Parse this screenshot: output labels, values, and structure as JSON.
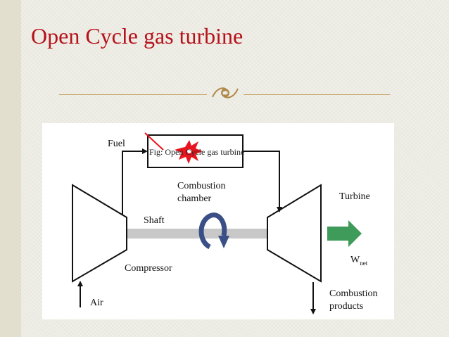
{
  "slide": {
    "title": "Open Cycle gas turbine"
  },
  "figure": {
    "caption": "Fig: Open Cycle gas turbine",
    "labels": {
      "fuel": "Fuel",
      "combustion_chamber_line1": "Combustion",
      "combustion_chamber_line2": "chamber",
      "shaft": "Shaft",
      "turbine": "Turbine",
      "compressor": "Compressor",
      "w_net_main": "W",
      "w_net_sub": "net",
      "air": "Air",
      "combustion_products_line1": "Combustion",
      "combustion_products_line2": "products"
    },
    "colors": {
      "flame": "#e8141e",
      "rotation_arrow": "#3a4f86",
      "output_arrow": "#3f9b5a",
      "shaft": "#c8c8c8"
    }
  }
}
